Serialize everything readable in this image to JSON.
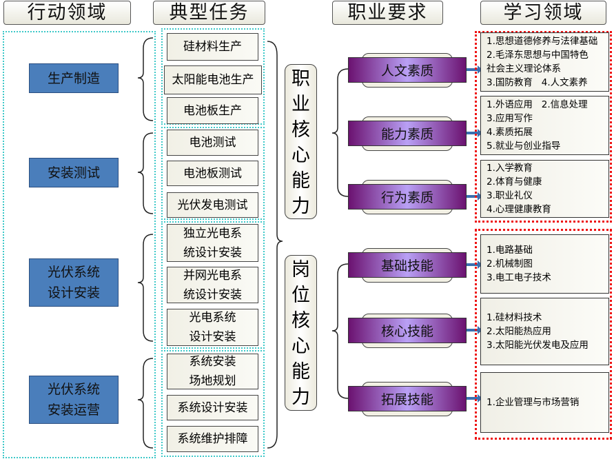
{
  "headers": [
    "行动领域",
    "典型任务",
    "职业要求",
    "学习领域"
  ],
  "action_domains": [
    "生产制造",
    "安装测试",
    "光伏系统\n设计安装",
    "光伏系统\n安装运营"
  ],
  "tasks": [
    "硅材料生产",
    "太阳能电池生产",
    "电池板生产",
    "电池测试",
    "电池板测试",
    "光伏发电测试",
    "独立光电系\n统设计安装",
    "并网光电系\n统设计安装",
    "光电系统\n设计安装",
    "系统安装\n场地规划",
    "系统设计安装",
    "系统维护排障"
  ],
  "abilities": [
    "职业核心能力",
    "岗位核心能力"
  ],
  "qualities": [
    "人文素质",
    "能力素质",
    "行为素质",
    "基础技能",
    "核心技能",
    "拓展技能"
  ],
  "learning": [
    [
      "1.思想道德修养与法律基础",
      "2.毛泽东思想与中国特色",
      "社会主义理论体系",
      "3.国防教育   4.人文素养"
    ],
    [
      "1.外语应用   2.信息处理",
      "3.应用写作",
      "4.素质拓展",
      "5.就业与创业指导"
    ],
    [
      "1.入学教育",
      "2.体育与健康",
      "3.职业礼仪",
      "4.心理健康教育"
    ],
    [
      "1.电路基础",
      "2.机械制图",
      "3.电工电子技术"
    ],
    [
      "1.硅材料技术",
      "2.太阳能热应用",
      "3.太阳能光伏发电及应用"
    ],
    [
      "1.企业管理与市场营销"
    ]
  ]
}
